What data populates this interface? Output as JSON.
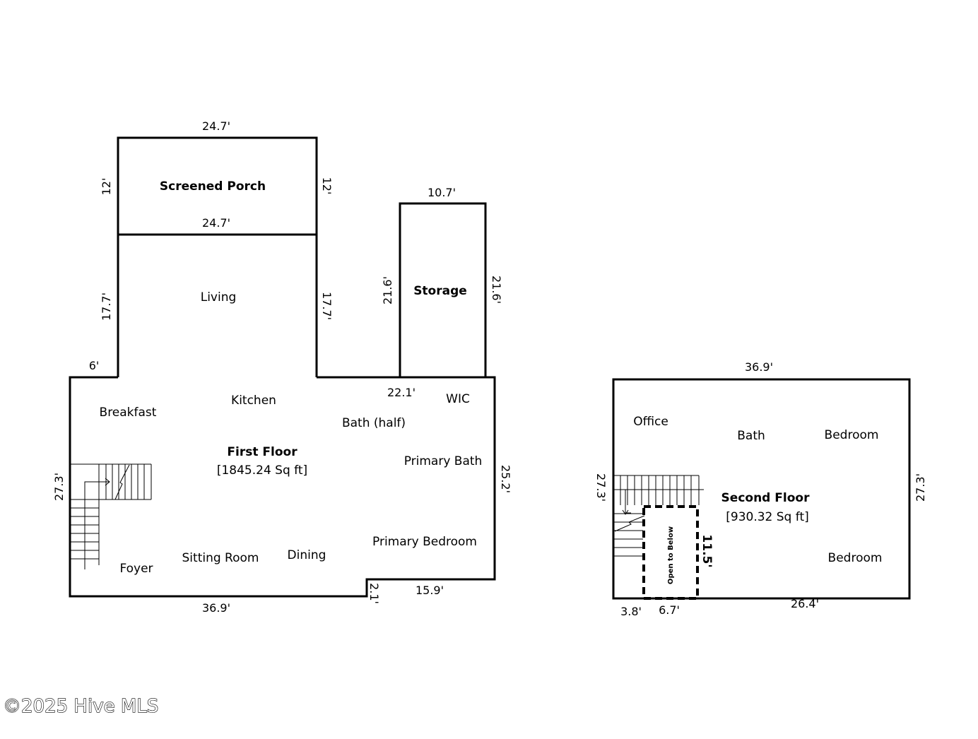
{
  "first_floor": {
    "title": "First Floor",
    "area": "[1845.24 Sq ft]",
    "rooms": {
      "screened_porch": "Screened Porch",
      "living": "Living",
      "storage": "Storage",
      "breakfast": "Breakfast",
      "kitchen": "Kitchen",
      "bath_half": "Bath (half)",
      "wic": "WIC",
      "primary_bath": "Primary Bath",
      "primary_bedroom": "Primary Bedroom",
      "foyer": "Foyer",
      "sitting_room": "Sitting Room",
      "dining": "Dining"
    },
    "dims": {
      "porch_top": "24.7'",
      "porch_left": "12'",
      "porch_right": "12'",
      "porch_bottom": "24.7'",
      "living_left": "17.7'",
      "living_right": "17.7'",
      "storage_top": "10.7'",
      "storage_left": "21.6'",
      "storage_right": "21.6'",
      "left_ledge": "6'",
      "mid_wall": "22.1'",
      "left_side": "27.3'",
      "right_side": "25.2'",
      "bottom": "36.9'",
      "notch": "2.1'",
      "bottom_right": "15.9'"
    }
  },
  "second_floor": {
    "title": "Second Floor",
    "area": "[930.32 Sq ft]",
    "rooms": {
      "office": "Office",
      "bath": "Bath",
      "bedroom_1": "Bedroom",
      "bedroom_2": "Bedroom",
      "open_to_below": "Open to Below"
    },
    "dims": {
      "top": "36.9'",
      "left_side": "27.3'",
      "right_side": "27.3'",
      "opening_height": "11.5'",
      "bottom_left": "3.8'",
      "opening_width": "6.7'",
      "bottom_right": "26.4'"
    }
  },
  "watermark": "©2025 Hive MLS"
}
